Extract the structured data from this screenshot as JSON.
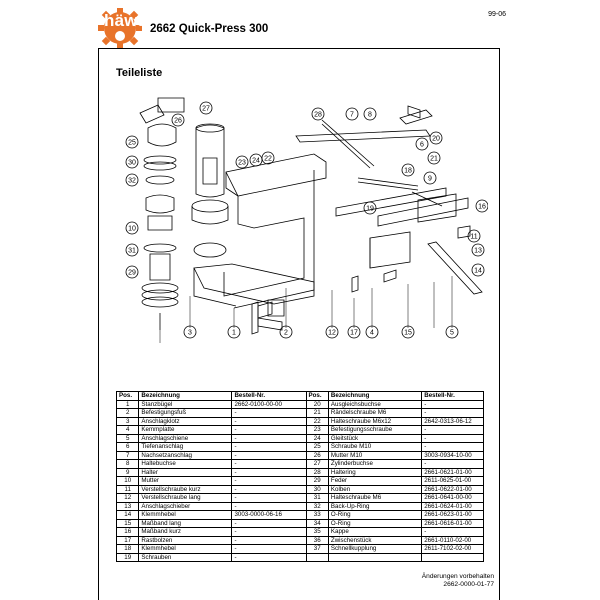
{
  "header": {
    "logo_text": "häwa",
    "title": "2662 Quick-Press 300",
    "doc_date": "99-06"
  },
  "section_title": "Teileliste",
  "drawing": {
    "callouts": [
      "27",
      "26",
      "25",
      "30",
      "32",
      "10",
      "31",
      "29",
      "23",
      "24",
      "22",
      "21",
      "28",
      "18",
      "9",
      "8",
      "7",
      "6",
      "20",
      "19",
      "11",
      "16",
      "5",
      "4",
      "12",
      "13",
      "17",
      "14",
      "15",
      "1",
      "2",
      "3"
    ]
  },
  "table": {
    "headers": [
      "Pos.",
      "Bezeichnung",
      "Bestell-Nr.",
      "Pos.",
      "Bezeichnung",
      "Bestell-Nr."
    ],
    "rows": [
      [
        "1",
        "Stanzbügel",
        "2662-0100-00-00",
        "20",
        "Ausgleichsbuchse",
        "-"
      ],
      [
        "2",
        "Befestigungsfuß",
        "-",
        "21",
        "Rändelschraube M6",
        "-"
      ],
      [
        "3",
        "Anschlagklotz",
        "-",
        "22",
        "Halteschraube M6x12",
        "2642-0313-06-12"
      ],
      [
        "4",
        "Kemmplatte",
        "-",
        "23",
        "Befestigungsschraube",
        "-"
      ],
      [
        "5",
        "Anschlagschiene",
        "-",
        "24",
        "Gleitstück",
        "-"
      ],
      [
        "6",
        "Tiefenanschlag",
        "-",
        "25",
        "Schraube M10",
        "-"
      ],
      [
        "7",
        "Nachsetzanschlag",
        "-",
        "26",
        "Mutter M10",
        "3003-0934-10-00"
      ],
      [
        "8",
        "Haltebuchse",
        "-",
        "27",
        "Zylinderbuchse",
        "-"
      ],
      [
        "9",
        "Halter",
        "-",
        "28",
        "Haltering",
        "2661-0621-01-00"
      ],
      [
        "10",
        "Mutter",
        "-",
        "29",
        "Feder",
        "2611-0625-01-00"
      ],
      [
        "11",
        "Verstellschraube kurz",
        "-",
        "30",
        "Kolben",
        "2661-0622-01-00"
      ],
      [
        "12",
        "Verstellschraube lang",
        "-",
        "31",
        "Halteschraube M6",
        "2661-0641-00-00"
      ],
      [
        "13",
        "Anschlagschieber",
        "-",
        "32",
        "Back-Up-Ring",
        "2661-0624-01-00"
      ],
      [
        "14",
        "Klemmhebel",
        "3003-0000-06-16",
        "33",
        "O-Ring",
        "2661-0623-01-00"
      ],
      [
        "15",
        "Maßband lang",
        "-",
        "34",
        "O-Ring",
        "2661-0616-01-00"
      ],
      [
        "16",
        "Maßband kurz",
        "-",
        "35",
        "Kappe",
        "-"
      ],
      [
        "17",
        "Rastbolzen",
        "-",
        "36",
        "Zwischenstück",
        "2661-0110-02-00"
      ],
      [
        "18",
        "Klemmhebel",
        "-",
        "37",
        "Schnellkupplung",
        "2611-7102-02-00"
      ],
      [
        "19",
        "Schrauben",
        "-",
        "",
        "",
        ""
      ]
    ]
  },
  "footer": {
    "line1": "Änderungen vorbehalten",
    "line2": "2662-0000-01-77"
  },
  "colors": {
    "logo_orange": "#e8732a",
    "line": "#000000"
  }
}
